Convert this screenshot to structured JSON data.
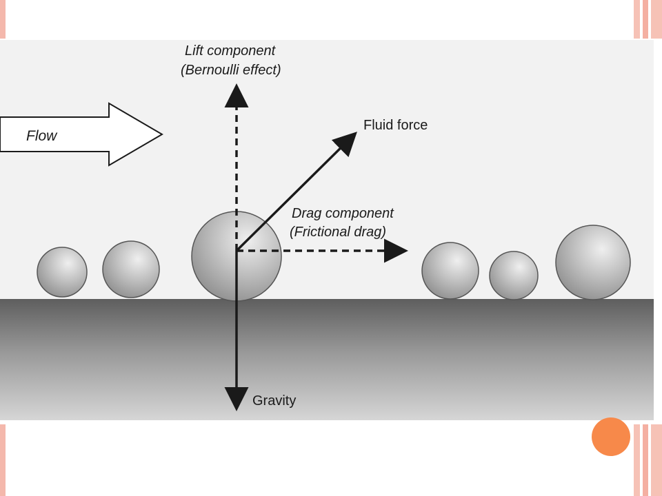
{
  "colors": {
    "accent_orange": "#f7894a",
    "border_pink": "#f4b8ac",
    "ground_dark": "#6a6a6a",
    "ground_light": "#c8c8c8",
    "sphere": "#b9b9b9"
  },
  "diagram": {
    "flow_label": "Flow",
    "lift_label_line1": "Lift component",
    "lift_label_line2": "(Bernoulli effect)",
    "fluid_force_label": "Fluid force",
    "drag_label_line1": "Drag component",
    "drag_label_line2": "(Frictional drag)",
    "gravity_label": "Gravity"
  }
}
